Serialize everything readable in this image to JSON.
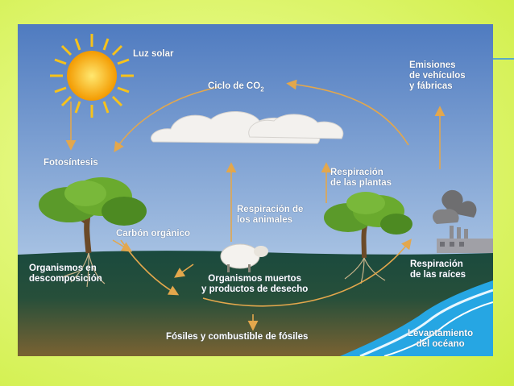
{
  "labels": {
    "sun": "Luz solar",
    "cycle": "Ciclo de CO",
    "cycle_sub": "2",
    "emissions": "Emisiones\nde vehículos\ny fábricas",
    "photosynthesis": "Fotosíntesis",
    "plant_respiration": "Respiración\nde las plantas",
    "animal_respiration": "Respiración de\nlos animales",
    "organic_carbon": "Carbón orgánico",
    "decomposition": "Organismos en\ndescomposición",
    "dead_organisms": "Organismos muertos\ny productos de desecho",
    "root_respiration": "Respiración\nde las raíces",
    "fossils": "Fósiles y combustible de fósiles",
    "ocean": "Levantamiento\ndel océano"
  },
  "colors": {
    "sky_top": "#4f7bc0",
    "sky_bottom": "#9fbce0",
    "ground_top": "#1c4a3c",
    "ground_bottom": "#6d5a2f",
    "arrow": "#e3a74c",
    "sun": "#f5b000",
    "ocean": "#24a3e0"
  }
}
